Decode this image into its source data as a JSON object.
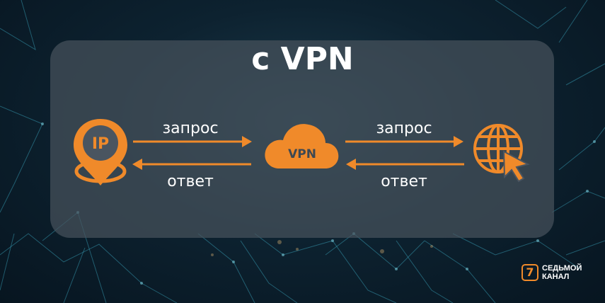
{
  "title": "с VPN",
  "nodes": {
    "client_label": "IP",
    "vpn_label": "VPN"
  },
  "arrows": {
    "left_request": "запрос",
    "left_response": "ответ",
    "right_request": "запрос",
    "right_response": "ответ"
  },
  "logo": {
    "mark": "7",
    "line1": "СЕДЬМОЙ",
    "line2": "КАНАЛ"
  },
  "colors": {
    "accent": "#f08a2a",
    "text": "#ffffff"
  }
}
